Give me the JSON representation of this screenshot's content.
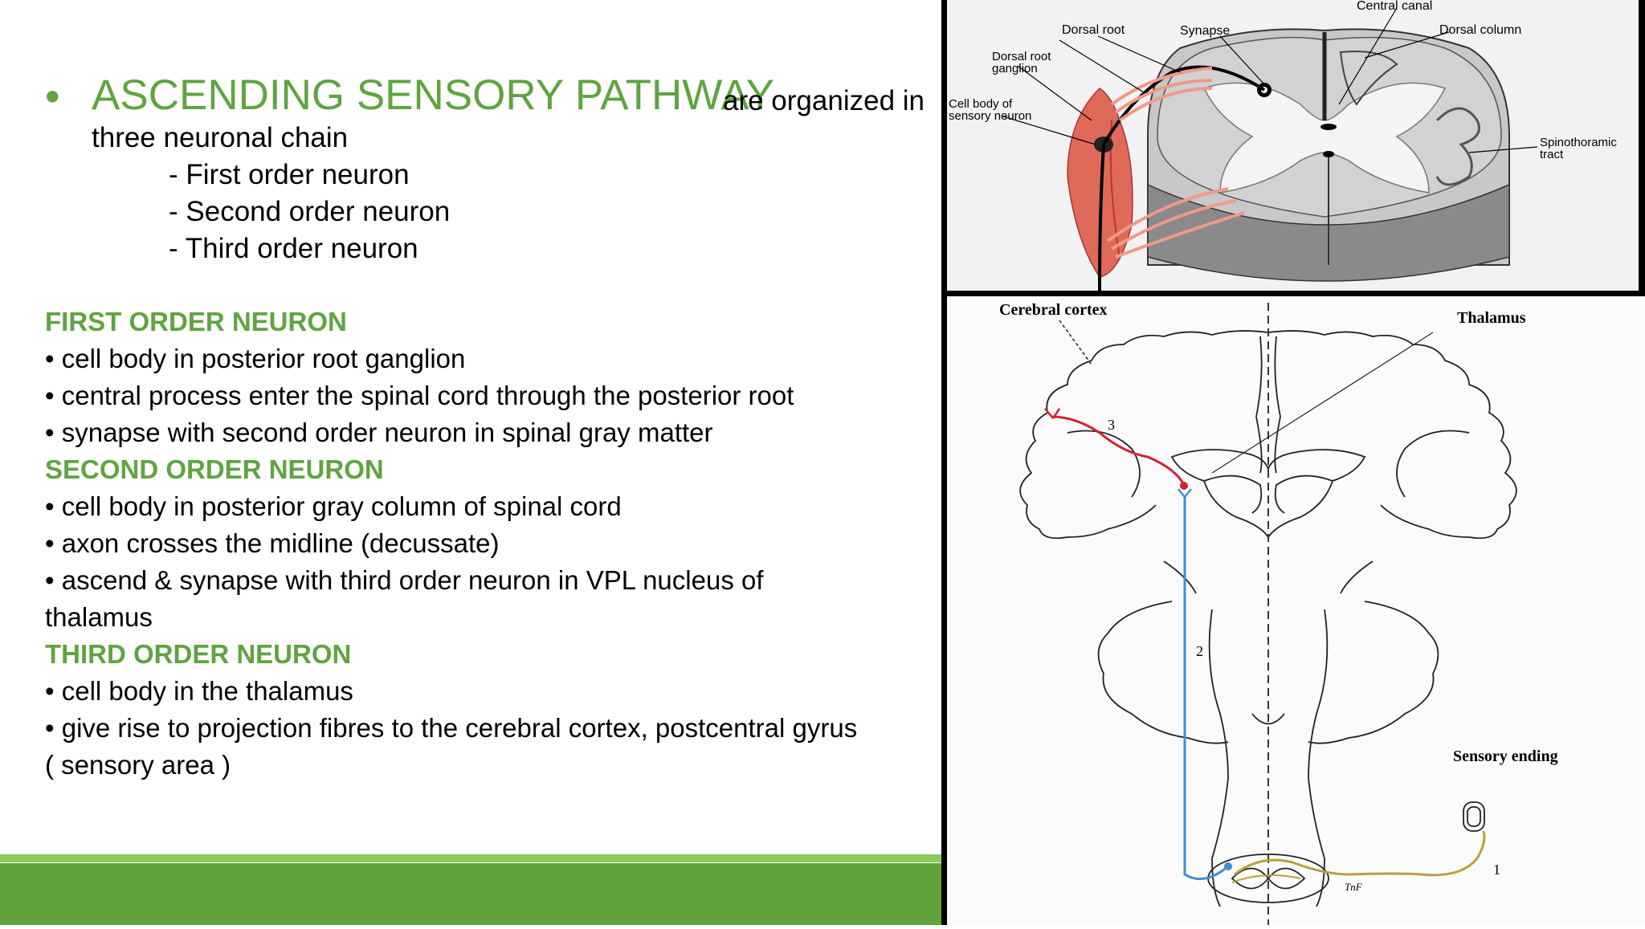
{
  "slide": {
    "title": {
      "bullet": "•",
      "highlight": "ASCENDING SENSORY PATHWAY",
      "rest": "are organized in",
      "line2": "three neuronal chain"
    },
    "chain_items": [
      "- First order neuron",
      "- Second order neuron",
      "- Third order neuron"
    ],
    "sections": [
      {
        "heading": "FIRST ORDER NEURON",
        "lines": [
          "• cell body in posterior root ganglion",
          "• central process enter the spinal cord through the posterior root",
          "• synapse with second order neuron in spinal gray matter"
        ]
      },
      {
        "heading": "SECOND ORDER NEURON",
        "lines": [
          "• cell body in posterior gray column of spinal cord",
          "• axon crosses the midline (decussate)",
          "• ascend & synapse with third order neuron in VPL nucleus of",
          "thalamus"
        ]
      },
      {
        "heading": "THIRD ORDER NEURON",
        "lines": [
          "• cell body in the thalamus",
          "• give rise to projection fibres to the cerebral cortex, postcentral gyrus",
          "( sensory area )"
        ]
      }
    ]
  },
  "spinal_figure": {
    "labels": {
      "dorsal_root": "Dorsal root",
      "synapse": "Synapse",
      "central_canal": "Central canal",
      "dorsal_column": "Dorsal column",
      "dorsal_root_ganglion_1": "Dorsal root",
      "dorsal_root_ganglion_2": "ganglion",
      "cell_body_1": "Cell body of",
      "cell_body_2": "sensory neuron",
      "spinothalamic_1": "Spinothoramic",
      "spinothalamic_2": "tract"
    }
  },
  "brain_figure": {
    "labels": {
      "cerebral_cortex": "Cerebral cortex",
      "thalamus": "Thalamus",
      "sensory_ending": "Sensory ending",
      "n1": "1",
      "n2": "2",
      "n3": "3",
      "tmf": "TnF"
    }
  },
  "colors": {
    "accent_green": "#5fa441",
    "footer_light": "#8dc95b",
    "footer_dark": "#5fa43a",
    "neuron1": "#b8a13a",
    "neuron2": "#3f8fd0",
    "neuron3": "#d42030",
    "root_red": "#e06a5a"
  }
}
